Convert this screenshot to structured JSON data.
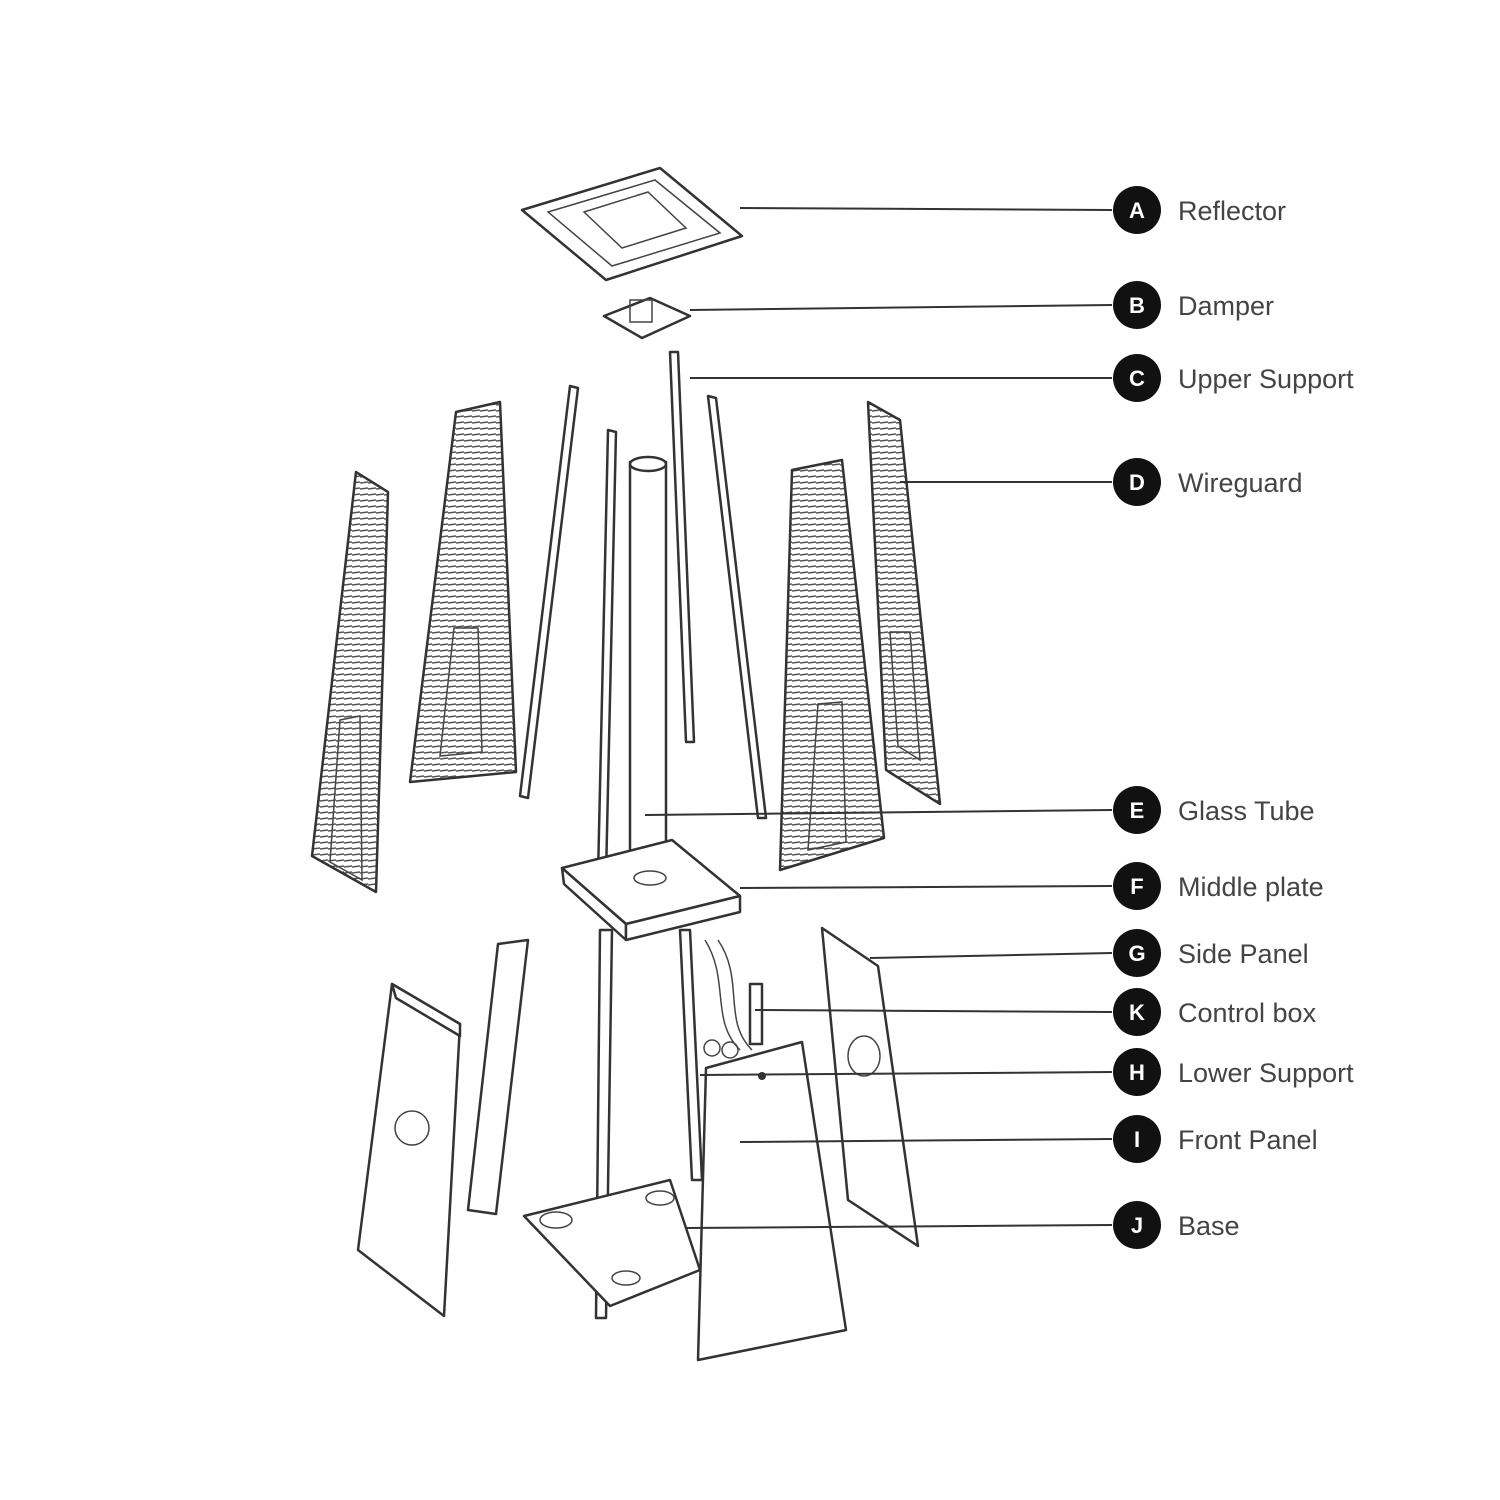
{
  "diagram": {
    "type": "exploded-parts-view",
    "parts": [
      {
        "letter": "A",
        "name": "Reflector"
      },
      {
        "letter": "B",
        "name": "Damper"
      },
      {
        "letter": "C",
        "name": "Upper Support"
      },
      {
        "letter": "D",
        "name": "Wireguard"
      },
      {
        "letter": "E",
        "name": "Glass Tube"
      },
      {
        "letter": "F",
        "name": "Middle plate"
      },
      {
        "letter": "G",
        "name": "Side Panel"
      },
      {
        "letter": "K",
        "name": "Control box"
      },
      {
        "letter": "H",
        "name": "Lower Support"
      },
      {
        "letter": "I",
        "name": "Front Panel"
      },
      {
        "letter": "J",
        "name": "Base"
      }
    ],
    "colors": {
      "line": "#333333",
      "badge": "#111111",
      "label": "#444444"
    }
  }
}
